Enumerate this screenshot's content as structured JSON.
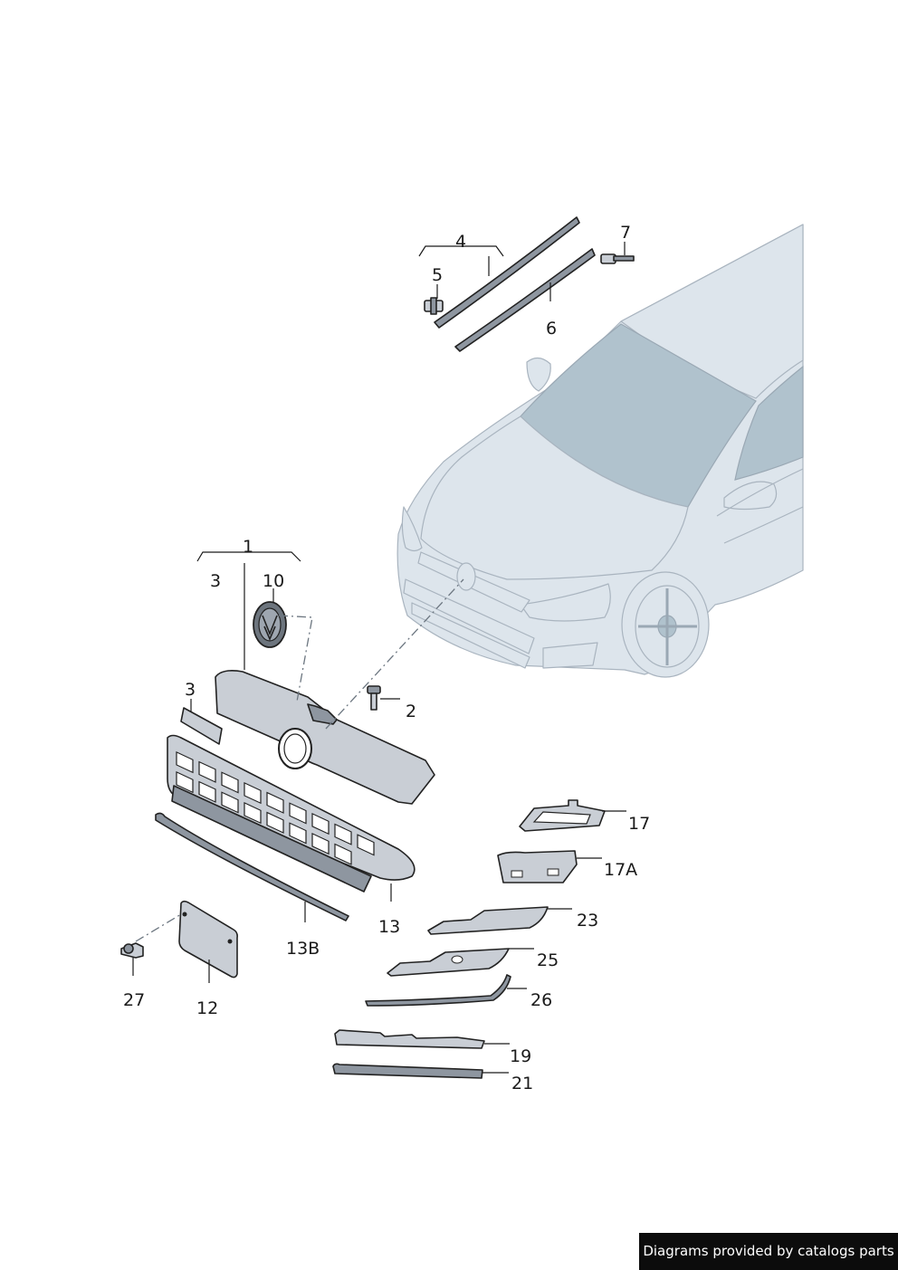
{
  "callouts": {
    "c1": "1",
    "c2": "2",
    "c3a": "3",
    "c3b": "3",
    "c4": "4",
    "c5": "5",
    "c6": "6",
    "c7": "7",
    "c10": "10",
    "c12": "12",
    "c13": "13",
    "c13b": "13B",
    "c17": "17",
    "c17a": "17A",
    "c19": "19",
    "c21": "21",
    "c23": "23",
    "c25": "25",
    "c26": "26",
    "c27": "27"
  },
  "footer": {
    "text": "Diagrams provided by catalogs parts"
  },
  "colors": {
    "car_body": "#dde5ec",
    "glass": "#b0c2cd",
    "part_fill": "#c9ced5",
    "footer_bg": "#0c0c0c"
  }
}
